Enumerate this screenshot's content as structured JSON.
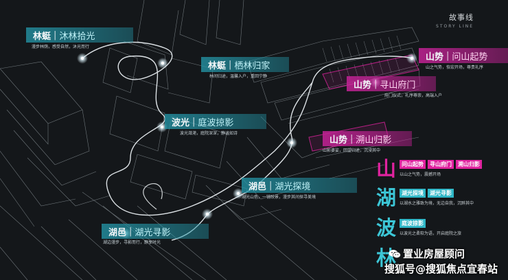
{
  "header": {
    "title": "故事线",
    "subtitle": "STORY LINE"
  },
  "colors": {
    "cyan": "#2fb7c7",
    "pink": "#e0239f",
    "route": "#e8eef2",
    "building": "#aeb6bb"
  },
  "nodes": [
    {
      "place": "林蜓",
      "slogan": "沐林拾光",
      "desc": "漫步林荫，感受自然，沐光而行"
    },
    {
      "place": "林蜓",
      "slogan": "栖林归家",
      "desc": "林间归途，温馨入户，重回宁静"
    },
    {
      "place": "山势",
      "slogan": "问山起势",
      "desc": "山之气势，恢宏开场，尊贵礼序"
    },
    {
      "place": "山势",
      "slogan": "寻山府门",
      "desc": "府门仪式，礼序尊崇，高端入户"
    },
    {
      "place": "波光",
      "slogan": "庭波掠影",
      "desc": "波光潋滟，庭院深深，静谧如诗"
    },
    {
      "place": "山势",
      "slogan": "溯山归影",
      "desc": "山影婆娑，回望归途，沉浸其中"
    },
    {
      "place": "湖邑",
      "slogan": "湖光探境",
      "desc": "湖光山色，一镜映景，漫步其间探寻美境"
    },
    {
      "place": "湖邑",
      "slogan": "湖光寻影",
      "desc": "湖边漫步，寻影而行，静享时光"
    }
  ],
  "legend": [
    {
      "char": "山",
      "chips": [
        "问山起势",
        "寻山府门",
        "溯山归影"
      ],
      "note": "以山之气势，震撼开场"
    },
    {
      "char": "湖",
      "chips": [
        "湖光探境",
        "湖光寻影"
      ],
      "note": "以湖水之雅致为境，无边自我，沉醉其中"
    },
    {
      "char": "波",
      "chips": [
        "庭波掠影"
      ],
      "note": "以波光之柔软为语，开启庭院之旅"
    },
    {
      "char": "林",
      "chips": [],
      "note": ""
    }
  ],
  "watermark": {
    "line1": "置业房屋顾问",
    "line2": "搜狐号@搜狐焦点宜春站"
  }
}
